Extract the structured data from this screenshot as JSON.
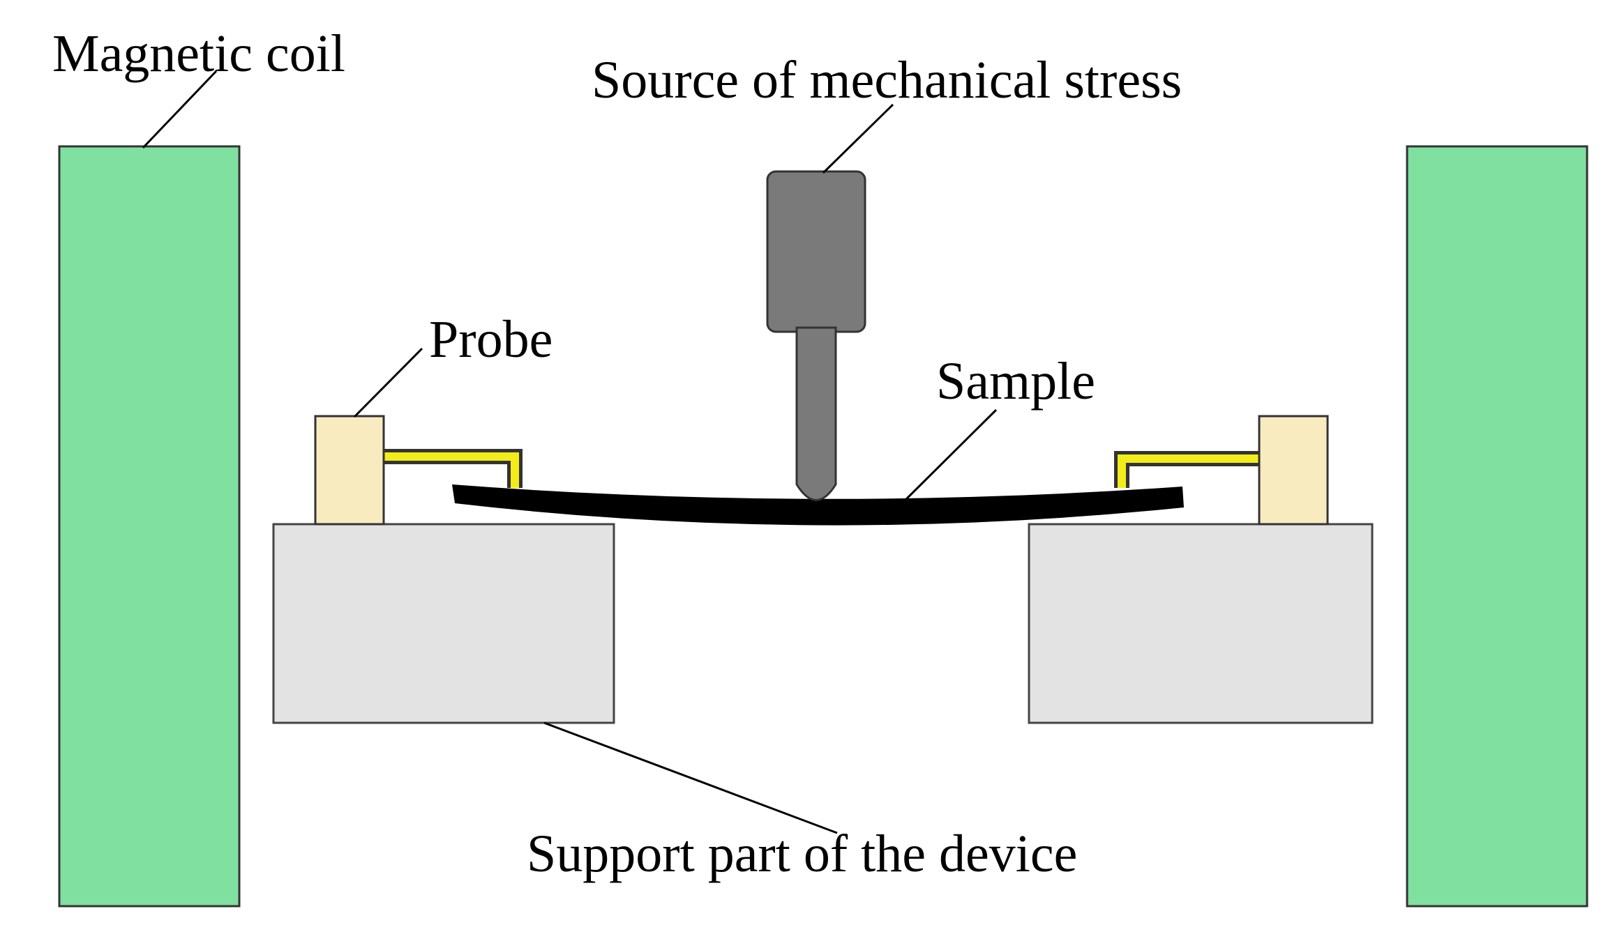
{
  "labels": {
    "magnetic_coil": "Magnetic coil",
    "mechanical_stress": "Source of mechanical stress",
    "probe": "Probe",
    "sample": "Sample",
    "support": "Support part of the device"
  },
  "colors": {
    "coil": "#80E0A0",
    "support": "#E3E3E3",
    "probe_block": "#F8EBC0",
    "probe_wire": "#F2EC1A",
    "indenter": "#7A7A7A",
    "sample": "#000000",
    "outline": "#333333"
  }
}
